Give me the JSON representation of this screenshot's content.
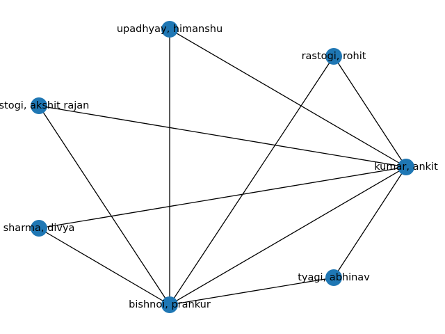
{
  "graph": {
    "node_color": "#1f77b4",
    "edge_color": "#000000",
    "nodes": [
      {
        "id": "kumar",
        "label": "kumar, ankit"
      },
      {
        "id": "upadhyay",
        "label": "upadhyay, himanshu"
      },
      {
        "id": "rastogi_rohit",
        "label": "rastogi, rohit"
      },
      {
        "id": "rastogi_akshit",
        "label": "rastogi, akshit rajan"
      },
      {
        "id": "sharma",
        "label": "sharma, divya"
      },
      {
        "id": "tyagi",
        "label": "tyagi, abhinav"
      },
      {
        "id": "bishnoi",
        "label": "bishnoi, prankur"
      }
    ],
    "edges": [
      [
        "upadhyay",
        "kumar"
      ],
      [
        "upadhyay",
        "bishnoi"
      ],
      [
        "rastogi_rohit",
        "kumar"
      ],
      [
        "rastogi_rohit",
        "bishnoi"
      ],
      [
        "rastogi_akshit",
        "kumar"
      ],
      [
        "rastogi_akshit",
        "bishnoi"
      ],
      [
        "sharma",
        "kumar"
      ],
      [
        "sharma",
        "bishnoi"
      ],
      [
        "kumar",
        "bishnoi"
      ],
      [
        "kumar",
        "tyagi"
      ],
      [
        "tyagi",
        "bishnoi"
      ]
    ]
  }
}
